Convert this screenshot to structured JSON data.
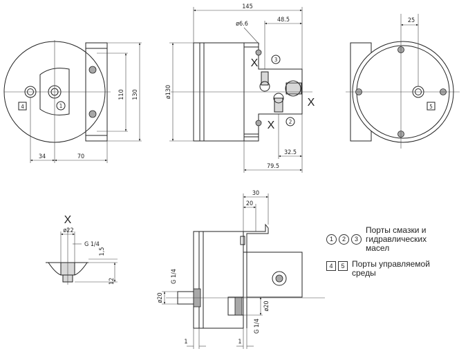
{
  "dimensions": {
    "d145": "145",
    "d48_5": "48.5",
    "d25": "25",
    "phi6_6": "ø6.6",
    "d110": "110",
    "d130": "130",
    "phi130": "ø130",
    "d34": "34",
    "d70": "70",
    "d32_5": "32.5",
    "d79_5": "79.5",
    "d30": "30",
    "d20": "20",
    "phi22": "ø22",
    "g14a": "G 1/4",
    "d1_5": "1,5",
    "d12": "12",
    "g14b": "G 1/4",
    "phi20a": "ø20",
    "phi20b": "ø20",
    "g14c": "G 1/4",
    "d1a": "1",
    "d1b": "1"
  },
  "markers": {
    "circle1": "1",
    "circle2": "2",
    "circle3": "3",
    "square4": "4",
    "square5": "5",
    "x_top_left": "X",
    "x_right": "X",
    "x_bottom": "X",
    "x_detail": "X"
  },
  "legend": {
    "circles": [
      "1",
      "2",
      "3"
    ],
    "circles_text": "Порты смазки и гидравлических масел",
    "squares": [
      "4",
      "5"
    ],
    "squares_text": "Порты управляемой среды"
  }
}
